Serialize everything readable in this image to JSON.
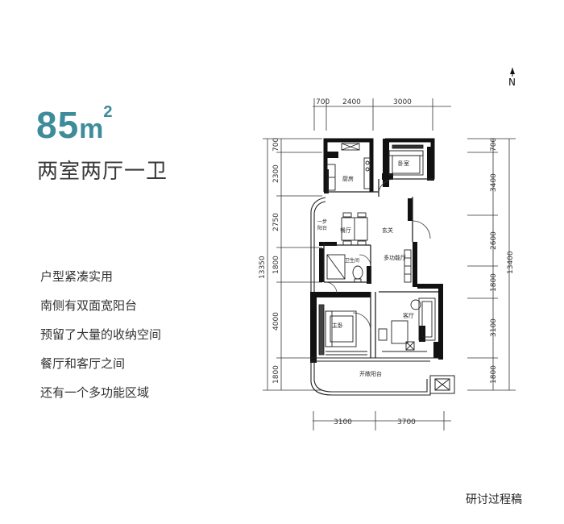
{
  "title": {
    "area_number": "85",
    "area_unit": "m",
    "area_sup": "2",
    "layout": "两室两厅一卫"
  },
  "features": [
    "户型紧凑实用",
    "南侧有双面宽阳台",
    "预留了大量的收纳空间",
    "餐厅和客厅之间",
    "还有一个多功能区域"
  ],
  "stamp": "研讨过程稿",
  "north_label": "N",
  "dims": {
    "top": [
      "700",
      "2400",
      "3000"
    ],
    "bottom": [
      "3100",
      "3700"
    ],
    "left": [
      "700",
      "2300",
      "2750",
      "1800",
      "4000",
      "1800"
    ],
    "left_total": "13350",
    "right": [
      "700",
      "3400",
      "2600",
      "1800",
      "3100",
      "1800"
    ],
    "right_total": "13400"
  },
  "rooms": {
    "kitchen": "厨房",
    "bedroom": "卧室",
    "balcony_small": "一步\n阳台",
    "dining": "餐厅",
    "entrance": "玄关",
    "bathroom": "卫生间",
    "multi": "多功能厅",
    "master": "主卧",
    "living": "客厅",
    "balcony_open": "开敞阳台"
  },
  "colors": {
    "accent": "#3e8c9a",
    "wall": "#111111"
  }
}
